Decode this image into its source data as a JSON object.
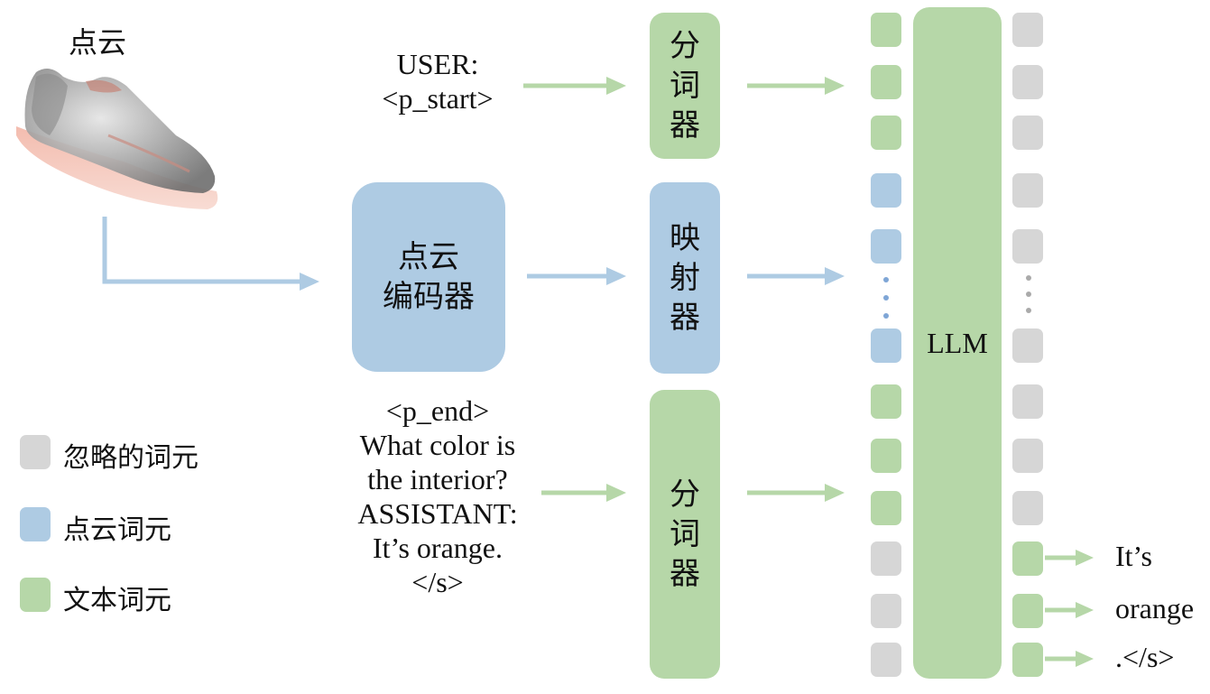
{
  "point_cloud_label": "点云",
  "top_prompt": [
    "USER:",
    "<p_start>"
  ],
  "bottom_prompt": [
    "<p_end>",
    "What color is",
    "the interior?",
    "ASSISTANT:",
    "It’s orange.",
    "</s>"
  ],
  "encoder_box": [
    "点云",
    "编码器"
  ],
  "tokenizer_top": [
    "分",
    "词",
    "器"
  ],
  "projector": [
    "映",
    "射",
    "器"
  ],
  "tokenizer_bottom": [
    "分",
    "词",
    "器"
  ],
  "llm_label": "LLM",
  "legend": {
    "ignored": "忽略的词元",
    "pointcloud": "点云词元",
    "text": "文本词元"
  },
  "outputs": [
    "It’s",
    "orange",
    ".</s>"
  ],
  "colors": {
    "green": "#b6d7a8",
    "blue": "#aecbe3",
    "gray": "#d6d6d6"
  },
  "icons": [
    "shoe-point-cloud-image"
  ]
}
